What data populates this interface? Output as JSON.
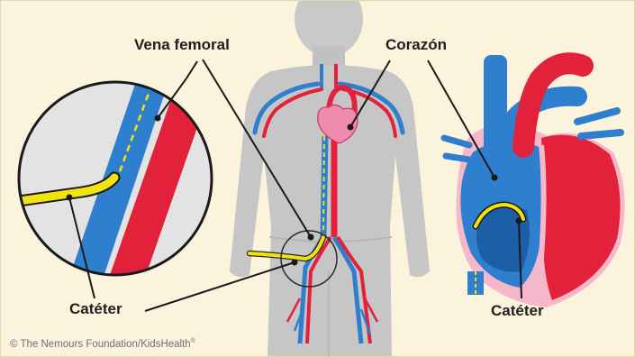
{
  "labels": {
    "femoral_vein": "Vena femoral",
    "heart": "Corazón",
    "catheter_left": "Catéter",
    "catheter_right": "Catéter"
  },
  "credit": {
    "prefix": "©",
    "text": "The Nemours Foundation/KidsHealth",
    "registered": "®"
  },
  "colors": {
    "background": "#fbf3dc",
    "body_silhouette": "#c6c6c6",
    "vein": "#2f7fcf",
    "artery": "#e2213a",
    "catheter": "#f2e20f",
    "heart_accent": "#f08bb0",
    "heart_chamber": "#1c5fa6",
    "leader_line": "#1a1a1a"
  }
}
